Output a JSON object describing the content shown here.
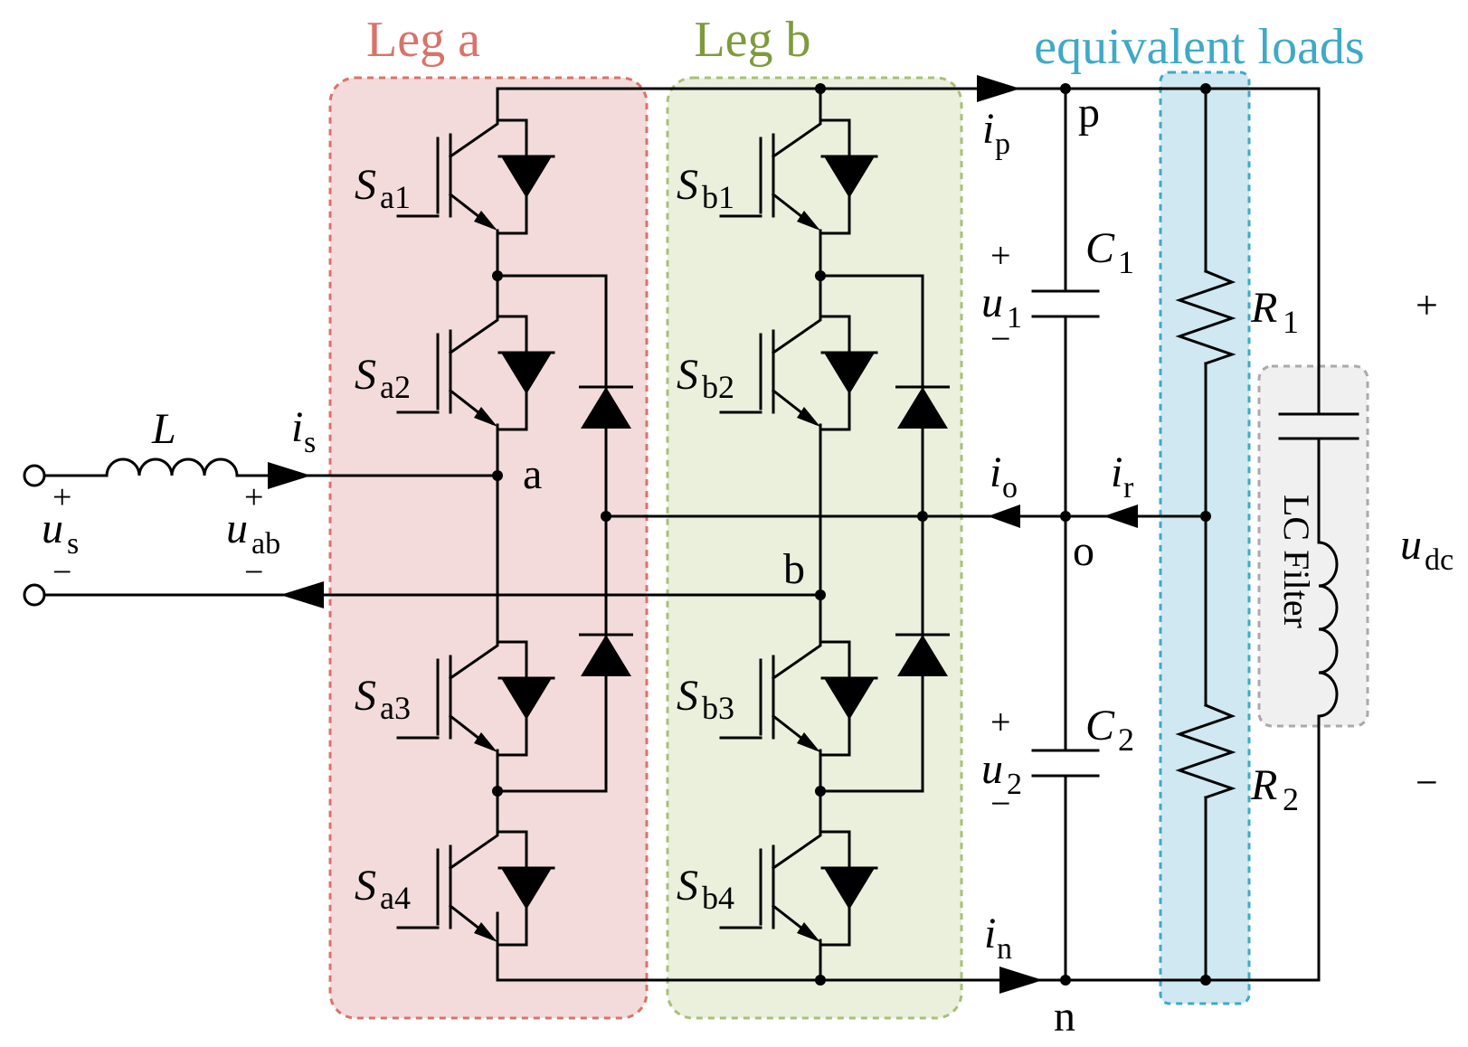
{
  "groups": {
    "leg_a": {
      "title": "Leg a",
      "color": "#d9736a",
      "fill": "#f2dbda"
    },
    "leg_b": {
      "title": "Leg b",
      "color": "#7f9a3c",
      "fill": "#eaf0dc"
    },
    "loads": {
      "title": "equivalent loads",
      "color": "#3fa9c7",
      "fill": "#cfe8f1"
    },
    "filter": {
      "label": "LC Filter",
      "color": "#999999",
      "fill": "#f0f0f0"
    }
  },
  "switches": [
    {
      "id": "Sa1",
      "main": "S",
      "sub": "a1"
    },
    {
      "id": "Sa2",
      "main": "S",
      "sub": "a2"
    },
    {
      "id": "Sa3",
      "main": "S",
      "sub": "a3"
    },
    {
      "id": "Sa4",
      "main": "S",
      "sub": "a4"
    },
    {
      "id": "Sb1",
      "main": "S",
      "sub": "b1"
    },
    {
      "id": "Sb2",
      "main": "S",
      "sub": "b2"
    },
    {
      "id": "Sb3",
      "main": "S",
      "sub": "b3"
    },
    {
      "id": "Sb4",
      "main": "S",
      "sub": "b4"
    }
  ],
  "nodes": {
    "p": "p",
    "o": "o",
    "n": "n",
    "a": "a",
    "b": "b"
  },
  "components": {
    "L": "L",
    "C1": {
      "main": "C",
      "sub": "1"
    },
    "C2": {
      "main": "C",
      "sub": "2"
    },
    "R1": {
      "main": "R",
      "sub": "1"
    },
    "R2": {
      "main": "R",
      "sub": "2"
    }
  },
  "quantities": {
    "us": {
      "main": "u",
      "sub": "s"
    },
    "uab": {
      "main": "u",
      "sub": "ab"
    },
    "u1": {
      "main": "u",
      "sub": "1"
    },
    "u2": {
      "main": "u",
      "sub": "2"
    },
    "udc": {
      "main": "u",
      "sub": "dc"
    },
    "is": {
      "main": "i",
      "sub": "s"
    },
    "ip": {
      "main": "i",
      "sub": "p"
    },
    "io": {
      "main": "i",
      "sub": "o"
    },
    "ir": {
      "main": "i",
      "sub": "r"
    },
    "in": {
      "main": "i",
      "sub": "n"
    }
  },
  "signs": {
    "plus": "+",
    "minus": "−"
  }
}
